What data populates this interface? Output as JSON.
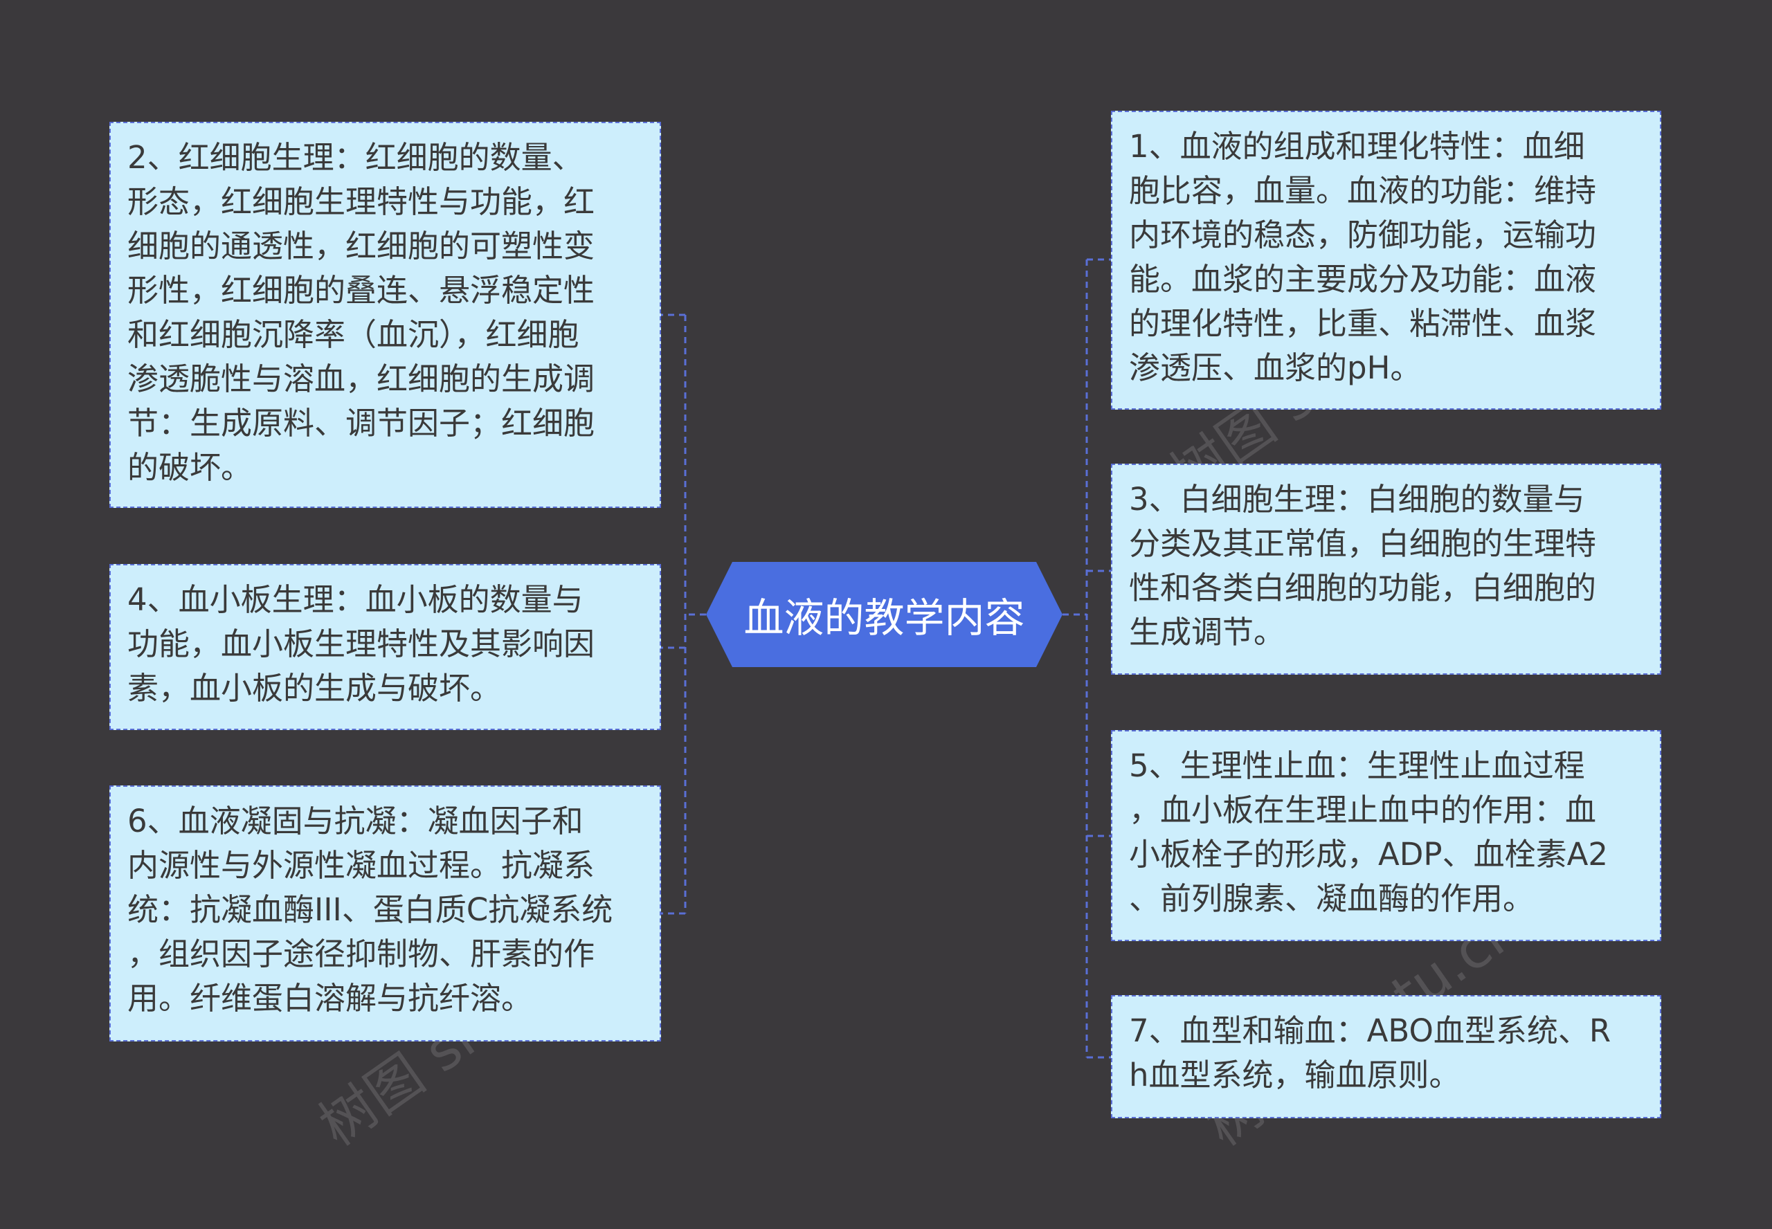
{
  "colors": {
    "background": "#3b393c",
    "center_fill": "#4a6ee0",
    "node_fill": "#cdeefc",
    "node_border": "#5a6fd6",
    "connector": "#5a6fd6",
    "node_text": "#3a3a3a"
  },
  "center": {
    "label": "血液的教学内容"
  },
  "left_nodes": [
    {
      "text": "2、红细胞生理：红细胞的数量、\n形态，红细胞生理特性与功能，红\n细胞的通透性，红细胞的可塑性变\n形性，红细胞的叠连、悬浮稳定性\n和红细胞沉降率（血沉），红细胞\n渗透脆性与溶血，红细胞的生成调\n节：生成原料、调节因子；红细胞\n的破坏。"
    },
    {
      "text": "4、血小板生理：血小板的数量与\n功能，血小板生理特性及其影响因\n素，血小板的生成与破坏。"
    },
    {
      "text": "6、血液凝固与抗凝：凝血因子和\n内源性与外源性凝血过程。抗凝系\n统：抗凝血酶III、蛋白质C抗凝系统\n，组织因子途径抑制物、肝素的作\n用。纤维蛋白溶解与抗纤溶。"
    }
  ],
  "right_nodes": [
    {
      "text": "1、血液的组成和理化特性：血细\n胞比容，血量。血液的功能：维持\n内环境的稳态，防御功能，运输功\n能。血浆的主要成分及功能：血液\n的理化特性，比重、粘滞性、血浆\n渗透压、血浆的pH。"
    },
    {
      "text": "3、白细胞生理：白细胞的数量与\n分类及其正常值，白细胞的生理特\n性和各类白细胞的功能，白细胞的\n生成调节。"
    },
    {
      "text": "5、生理性止血：生理性止血过程\n，血小板在生理止血中的作用：血\n小板栓子的形成，ADP、血栓素A2\n、前列腺素、凝血酶的作用。"
    },
    {
      "text": "7、血型和输血：ABO血型系统、R\nh血型系统，输血原则。"
    }
  ],
  "watermark": "树图 shutu.cn"
}
